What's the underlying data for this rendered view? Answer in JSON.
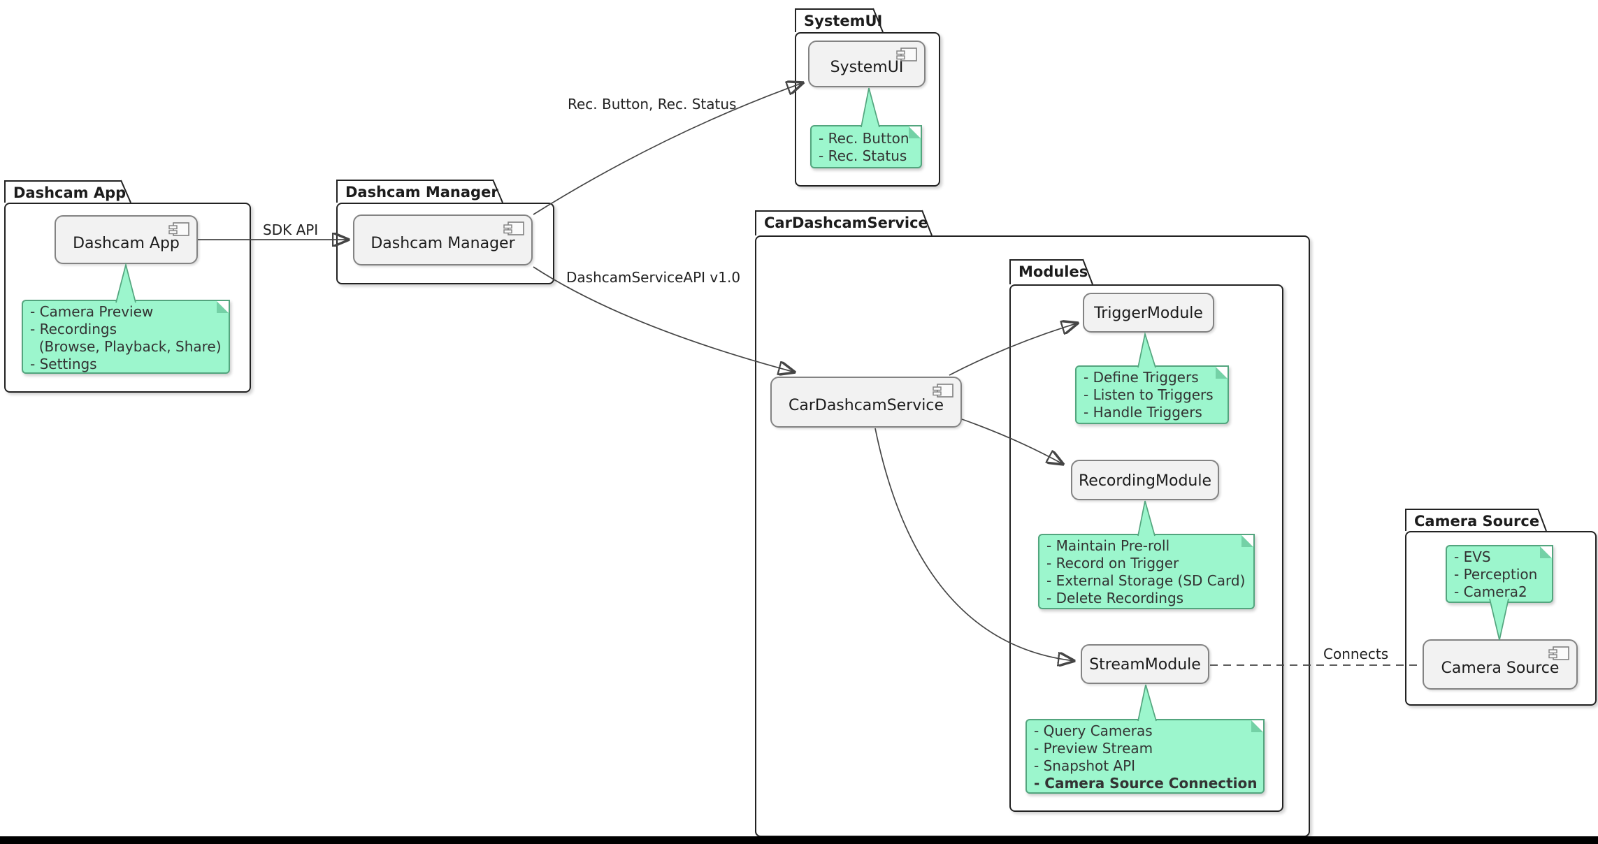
{
  "diagram_type": "uml-component-diagram",
  "packages": {
    "dashcam_app": {
      "title": "Dashcam App"
    },
    "dashcam_manager": {
      "title": "Dashcam Manager"
    },
    "systemui": {
      "title": "SystemUI"
    },
    "cardashcamservice": {
      "title": "CarDashcamService"
    },
    "modules": {
      "title": "Modules"
    },
    "camera_source": {
      "title": "Camera Source"
    }
  },
  "components": {
    "dashcam_app": {
      "label": "Dashcam App"
    },
    "dashcam_manager": {
      "label": "Dashcam Manager"
    },
    "systemui": {
      "label": "SystemUI"
    },
    "cardashcamservice": {
      "label": "CarDashcamService"
    },
    "trigger_module": {
      "label": "TriggerModule"
    },
    "recording_module": {
      "label": "RecordingModule"
    },
    "stream_module": {
      "label": "StreamModule"
    },
    "camera_source": {
      "label": "Camera Source"
    }
  },
  "notes": {
    "dashcam_app": {
      "lines": [
        "- Camera Preview",
        "- Recordings",
        "  (Browse, Playback, Share)",
        "- Settings"
      ]
    },
    "systemui": {
      "lines": [
        "- Rec. Button",
        "- Rec. Status"
      ]
    },
    "trigger_module": {
      "lines": [
        "- Define Triggers",
        "- Listen to Triggers",
        "- Handle Triggers"
      ]
    },
    "recording_module": {
      "lines": [
        "- Maintain Pre-roll",
        "- Record on Trigger",
        "- External Storage (SD Card)",
        "- Delete Recordings"
      ]
    },
    "stream_module": {
      "lines": [
        "- Query Cameras",
        "- Preview Stream",
        "- Snapshot API",
        "- Camera Source Connection"
      ]
    },
    "camera_source": {
      "lines": [
        "- EVS",
        "- Perception",
        "- Camera2"
      ]
    }
  },
  "edge_labels": {
    "sdk_api": "SDK API",
    "rec_button_status": "Rec. Button, Rec. Status",
    "dashcam_service_api": "DashcamServiceAPI v1.0",
    "connects": "Connects"
  },
  "colors": {
    "note_fill": "#9CF6CD",
    "note_border": "#53A57E",
    "note_fold": "#74D1A6",
    "component_fill": "#F2F2F2",
    "component_border": "#838383",
    "package_border": "#222222",
    "arrow": "#454545",
    "text": "#1C1C1C",
    "note_text": "#333333",
    "background": "#FFFFFF",
    "bottom_bar": "#000000"
  }
}
